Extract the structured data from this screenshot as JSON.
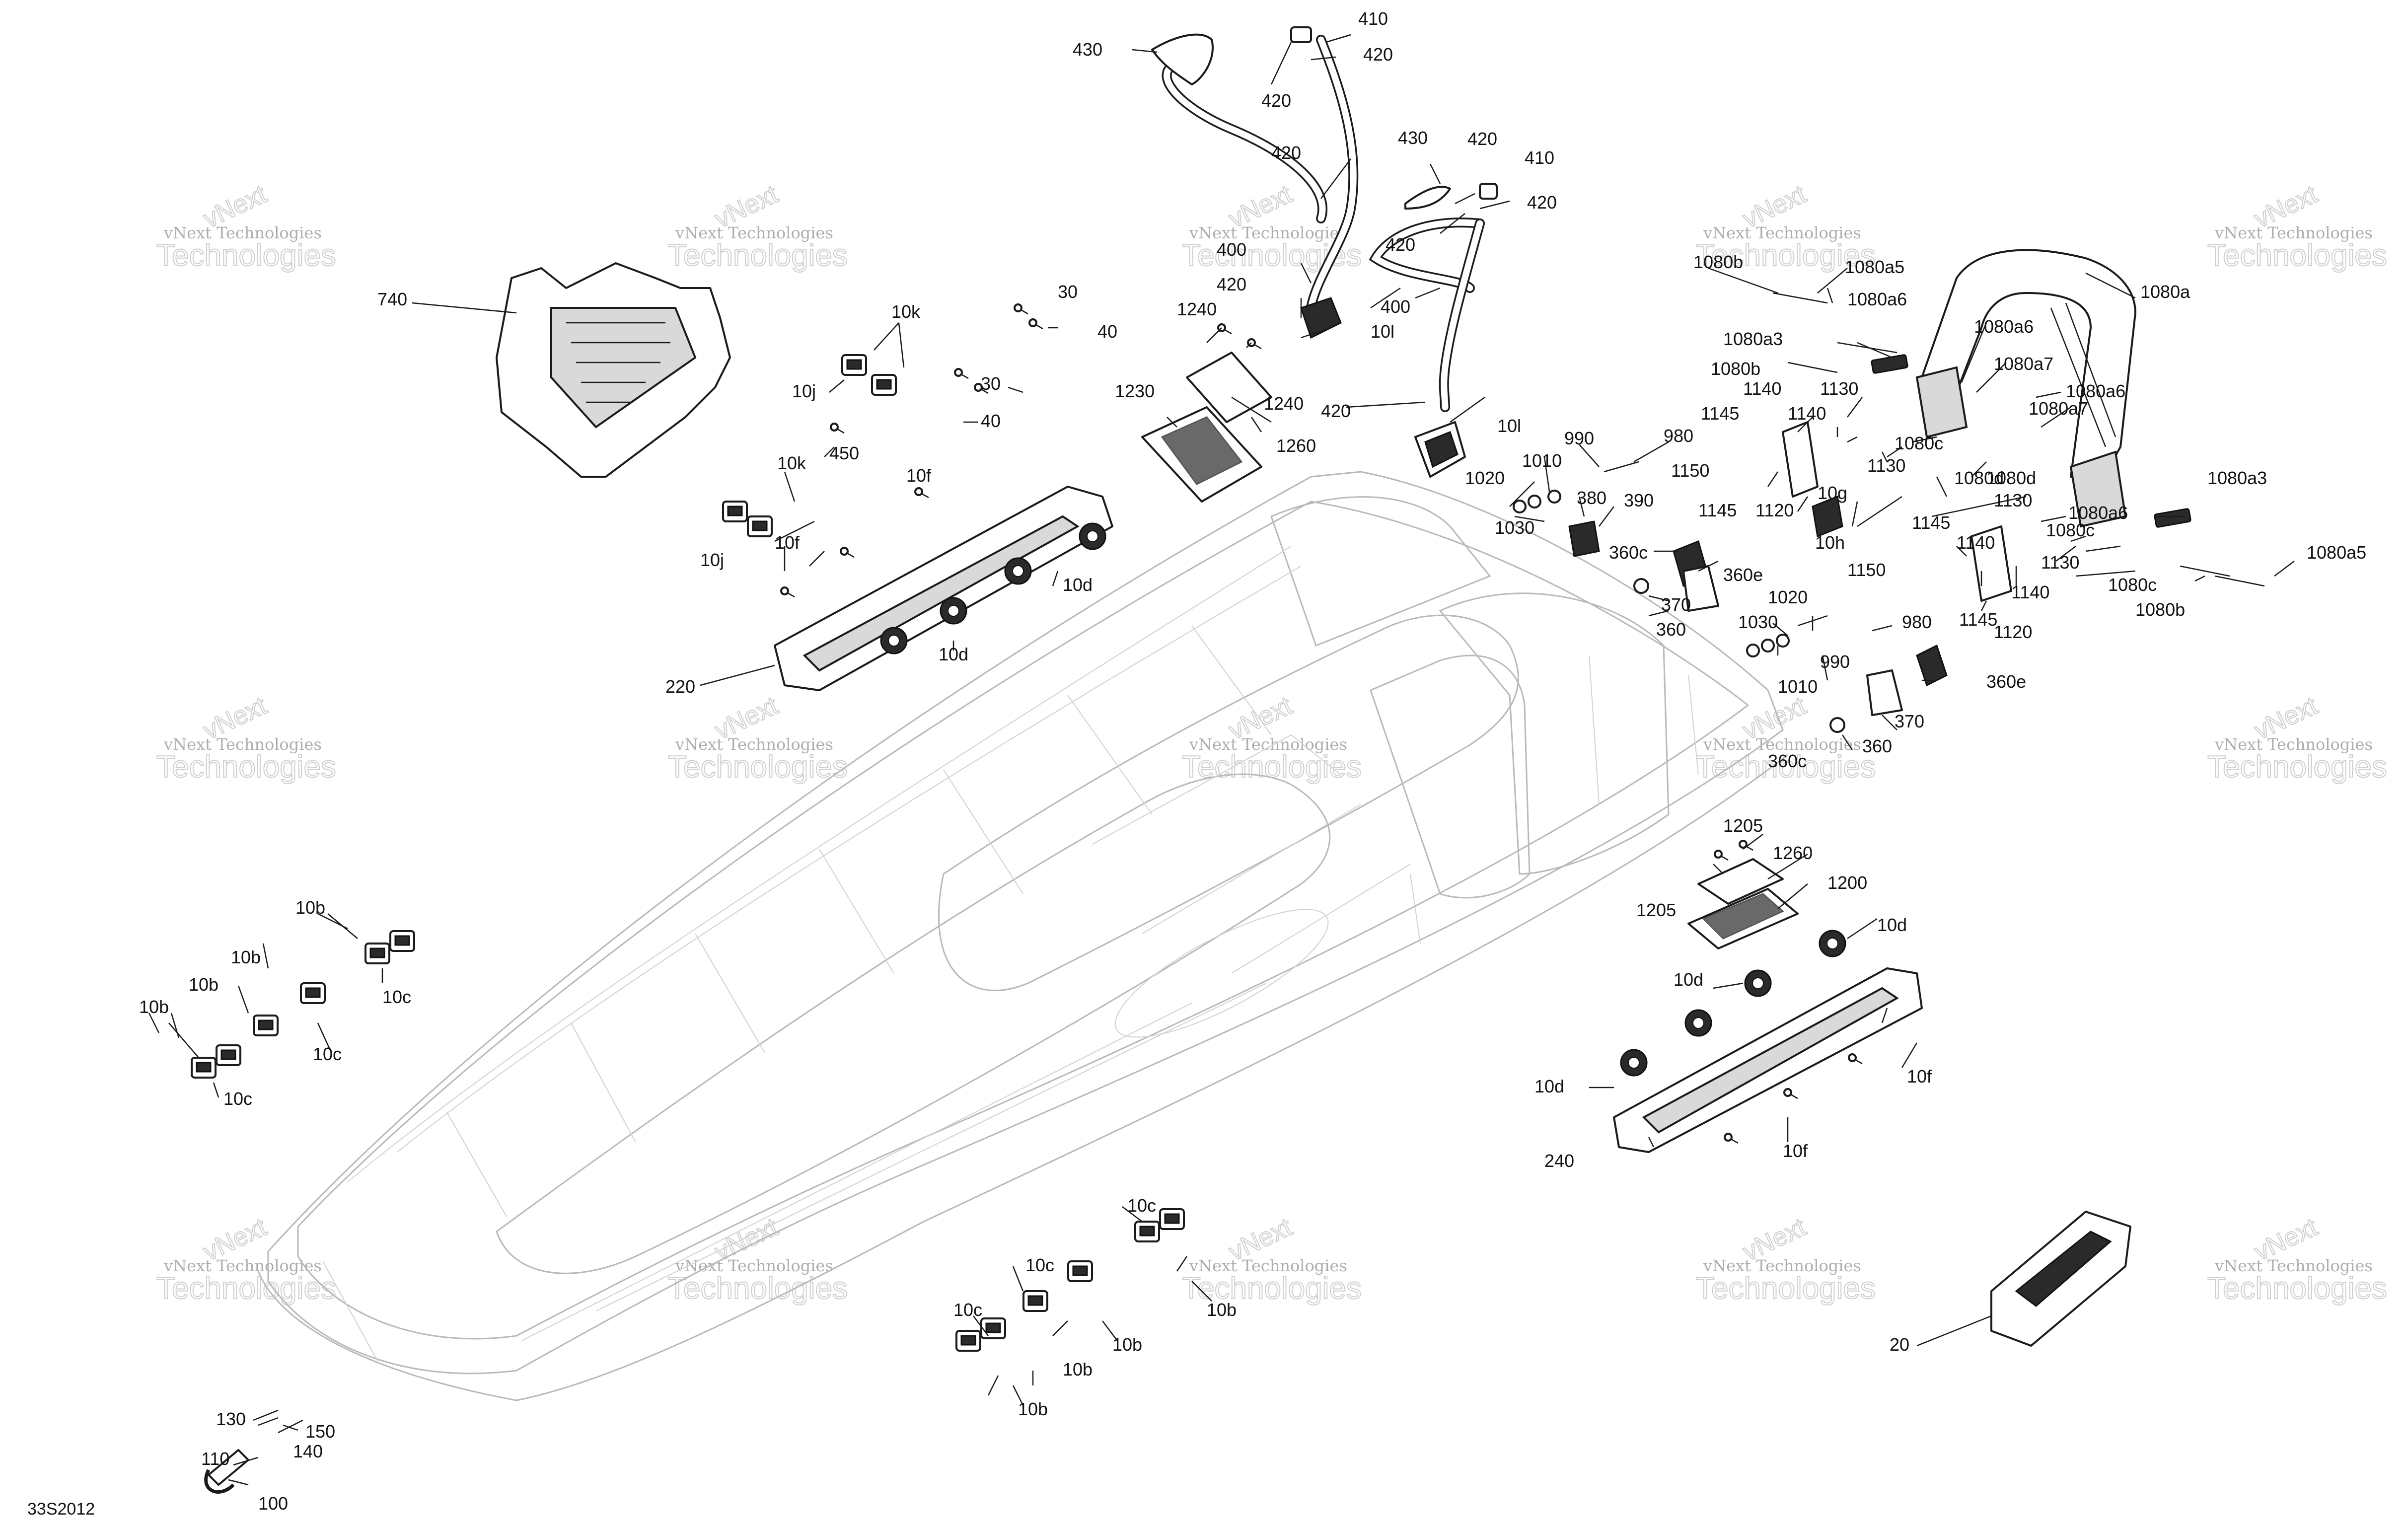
{
  "diagram": {
    "reference_code": "33S2012",
    "watermark": {
      "line": "vNext Technologies",
      "big": "Technologies",
      "tilt": "vNext"
    },
    "callouts": [
      {
        "id": "c430a",
        "text": "430"
      },
      {
        "id": "c410a",
        "text": "410"
      },
      {
        "id": "c420a",
        "text": "420"
      },
      {
        "id": "c420b",
        "text": "420"
      },
      {
        "id": "c420c",
        "text": "420"
      },
      {
        "id": "c430b",
        "text": "430"
      },
      {
        "id": "c420d",
        "text": "420"
      },
      {
        "id": "c410b",
        "text": "410"
      },
      {
        "id": "c420e",
        "text": "420"
      },
      {
        "id": "c400a",
        "text": "400"
      },
      {
        "id": "c420f",
        "text": "420"
      },
      {
        "id": "c420g",
        "text": "420"
      },
      {
        "id": "c400b",
        "text": "400"
      },
      {
        "id": "c10la",
        "text": "10l"
      },
      {
        "id": "c1240a",
        "text": "1240"
      },
      {
        "id": "c1240b",
        "text": "1240"
      },
      {
        "id": "c1230",
        "text": "1230"
      },
      {
        "id": "c1260a",
        "text": "1260"
      },
      {
        "id": "c420h",
        "text": "420"
      },
      {
        "id": "c10lb",
        "text": "10l"
      },
      {
        "id": "c740",
        "text": "740"
      },
      {
        "id": "c30a",
        "text": "30"
      },
      {
        "id": "c40a",
        "text": "40"
      },
      {
        "id": "c10ka",
        "text": "10k"
      },
      {
        "id": "c10ja",
        "text": "10j"
      },
      {
        "id": "c30b",
        "text": "30"
      },
      {
        "id": "c40b",
        "text": "40"
      },
      {
        "id": "c450",
        "text": "450"
      },
      {
        "id": "c10kb",
        "text": "10k"
      },
      {
        "id": "c10fa",
        "text": "10f"
      },
      {
        "id": "c10jb",
        "text": "10j"
      },
      {
        "id": "c10fb",
        "text": "10f"
      },
      {
        "id": "c10da",
        "text": "10d"
      },
      {
        "id": "c10db",
        "text": "10d"
      },
      {
        "id": "c220",
        "text": "220"
      },
      {
        "id": "c990a",
        "text": "990"
      },
      {
        "id": "c980a",
        "text": "980"
      },
      {
        "id": "c1010a",
        "text": "1010"
      },
      {
        "id": "c1020a",
        "text": "1020"
      },
      {
        "id": "c380",
        "text": "380"
      },
      {
        "id": "c390",
        "text": "390"
      },
      {
        "id": "c1030a",
        "text": "1030"
      },
      {
        "id": "c360ca",
        "text": "360c"
      },
      {
        "id": "c360ea",
        "text": "360e"
      },
      {
        "id": "c370a",
        "text": "370"
      },
      {
        "id": "c360a",
        "text": "360"
      },
      {
        "id": "c1030b",
        "text": "1030"
      },
      {
        "id": "c1020b",
        "text": "1020"
      },
      {
        "id": "c990b",
        "text": "990"
      },
      {
        "id": "c1010b",
        "text": "1010"
      },
      {
        "id": "c980b",
        "text": "980"
      },
      {
        "id": "c360eb",
        "text": "360e"
      },
      {
        "id": "c370b",
        "text": "370"
      },
      {
        "id": "c360b",
        "text": "360"
      },
      {
        "id": "c360cb",
        "text": "360c"
      },
      {
        "id": "c1080ba",
        "text": "1080b"
      },
      {
        "id": "c1080a5a",
        "text": "1080a5"
      },
      {
        "id": "c1080a6a",
        "text": "1080a6"
      },
      {
        "id": "c1080a",
        "text": "1080a"
      },
      {
        "id": "c1080a3a",
        "text": "1080a3"
      },
      {
        "id": "c1080a6b",
        "text": "1080a6"
      },
      {
        "id": "c1080bb",
        "text": "1080b"
      },
      {
        "id": "c1130a",
        "text": "1130"
      },
      {
        "id": "c1080a7a",
        "text": "1080a7"
      },
      {
        "id": "c1080a6c",
        "text": "1080a6"
      },
      {
        "id": "c1080a7b",
        "text": "1080a7"
      },
      {
        "id": "c1140a",
        "text": "1140"
      },
      {
        "id": "c1145a",
        "text": "1145"
      },
      {
        "id": "c1140b",
        "text": "1140"
      },
      {
        "id": "c1080ca",
        "text": "1080c"
      },
      {
        "id": "c1130b",
        "text": "1130"
      },
      {
        "id": "c1150a",
        "text": "1150"
      },
      {
        "id": "c1080da",
        "text": "1080d"
      },
      {
        "id": "c1080a3b",
        "text": "1080a3"
      },
      {
        "id": "c1145b",
        "text": "1145"
      },
      {
        "id": "c1120a",
        "text": "1120"
      },
      {
        "id": "c10g",
        "text": "10g"
      },
      {
        "id": "c1080cb",
        "text": "1080c"
      },
      {
        "id": "c1080a6d",
        "text": "1080a6"
      },
      {
        "id": "c1130c",
        "text": "1130"
      },
      {
        "id": "c1080db",
        "text": "1080d"
      },
      {
        "id": "c10h",
        "text": "10h"
      },
      {
        "id": "c1145c",
        "text": "1145"
      },
      {
        "id": "c1130d",
        "text": "1130"
      },
      {
        "id": "c1140c",
        "text": "1140"
      },
      {
        "id": "c1080a5b",
        "text": "1080a5"
      },
      {
        "id": "c1150b",
        "text": "1150"
      },
      {
        "id": "c1140d",
        "text": "1140"
      },
      {
        "id": "c1080cc",
        "text": "1080c"
      },
      {
        "id": "c1145d",
        "text": "1145"
      },
      {
        "id": "c1080bc",
        "text": "1080b"
      },
      {
        "id": "c1120b",
        "text": "1120"
      },
      {
        "id": "c1205a",
        "text": "1205"
      },
      {
        "id": "c1260b",
        "text": "1260"
      },
      {
        "id": "c1205b",
        "text": "1205"
      },
      {
        "id": "c1200",
        "text": "1200"
      },
      {
        "id": "c10dc",
        "text": "10d"
      },
      {
        "id": "c10dd",
        "text": "10d"
      },
      {
        "id": "c10fc",
        "text": "10f"
      },
      {
        "id": "c10de",
        "text": "10d"
      },
      {
        "id": "c10fd",
        "text": "10f"
      },
      {
        "id": "c240",
        "text": "240"
      },
      {
        "id": "c20",
        "text": "20"
      },
      {
        "id": "c10ba",
        "text": "10b"
      },
      {
        "id": "c10bb",
        "text": "10b"
      },
      {
        "id": "c10bc",
        "text": "10b"
      },
      {
        "id": "c10bd",
        "text": "10b"
      },
      {
        "id": "c10ca",
        "text": "10c"
      },
      {
        "id": "c10cb",
        "text": "10c"
      },
      {
        "id": "c10cc",
        "text": "10c"
      },
      {
        "id": "c10cd",
        "text": "10c"
      },
      {
        "id": "c10ce",
        "text": "10c"
      },
      {
        "id": "c10cf",
        "text": "10c"
      },
      {
        "id": "c10be",
        "text": "10b"
      },
      {
        "id": "c10bf",
        "text": "10b"
      },
      {
        "id": "c10bg",
        "text": "10b"
      },
      {
        "id": "c10bh",
        "text": "10b"
      },
      {
        "id": "c130",
        "text": "130"
      },
      {
        "id": "c150",
        "text": "150"
      },
      {
        "id": "c140",
        "text": "140"
      },
      {
        "id": "c110",
        "text": "110"
      },
      {
        "id": "c100",
        "text": "100"
      }
    ]
  }
}
